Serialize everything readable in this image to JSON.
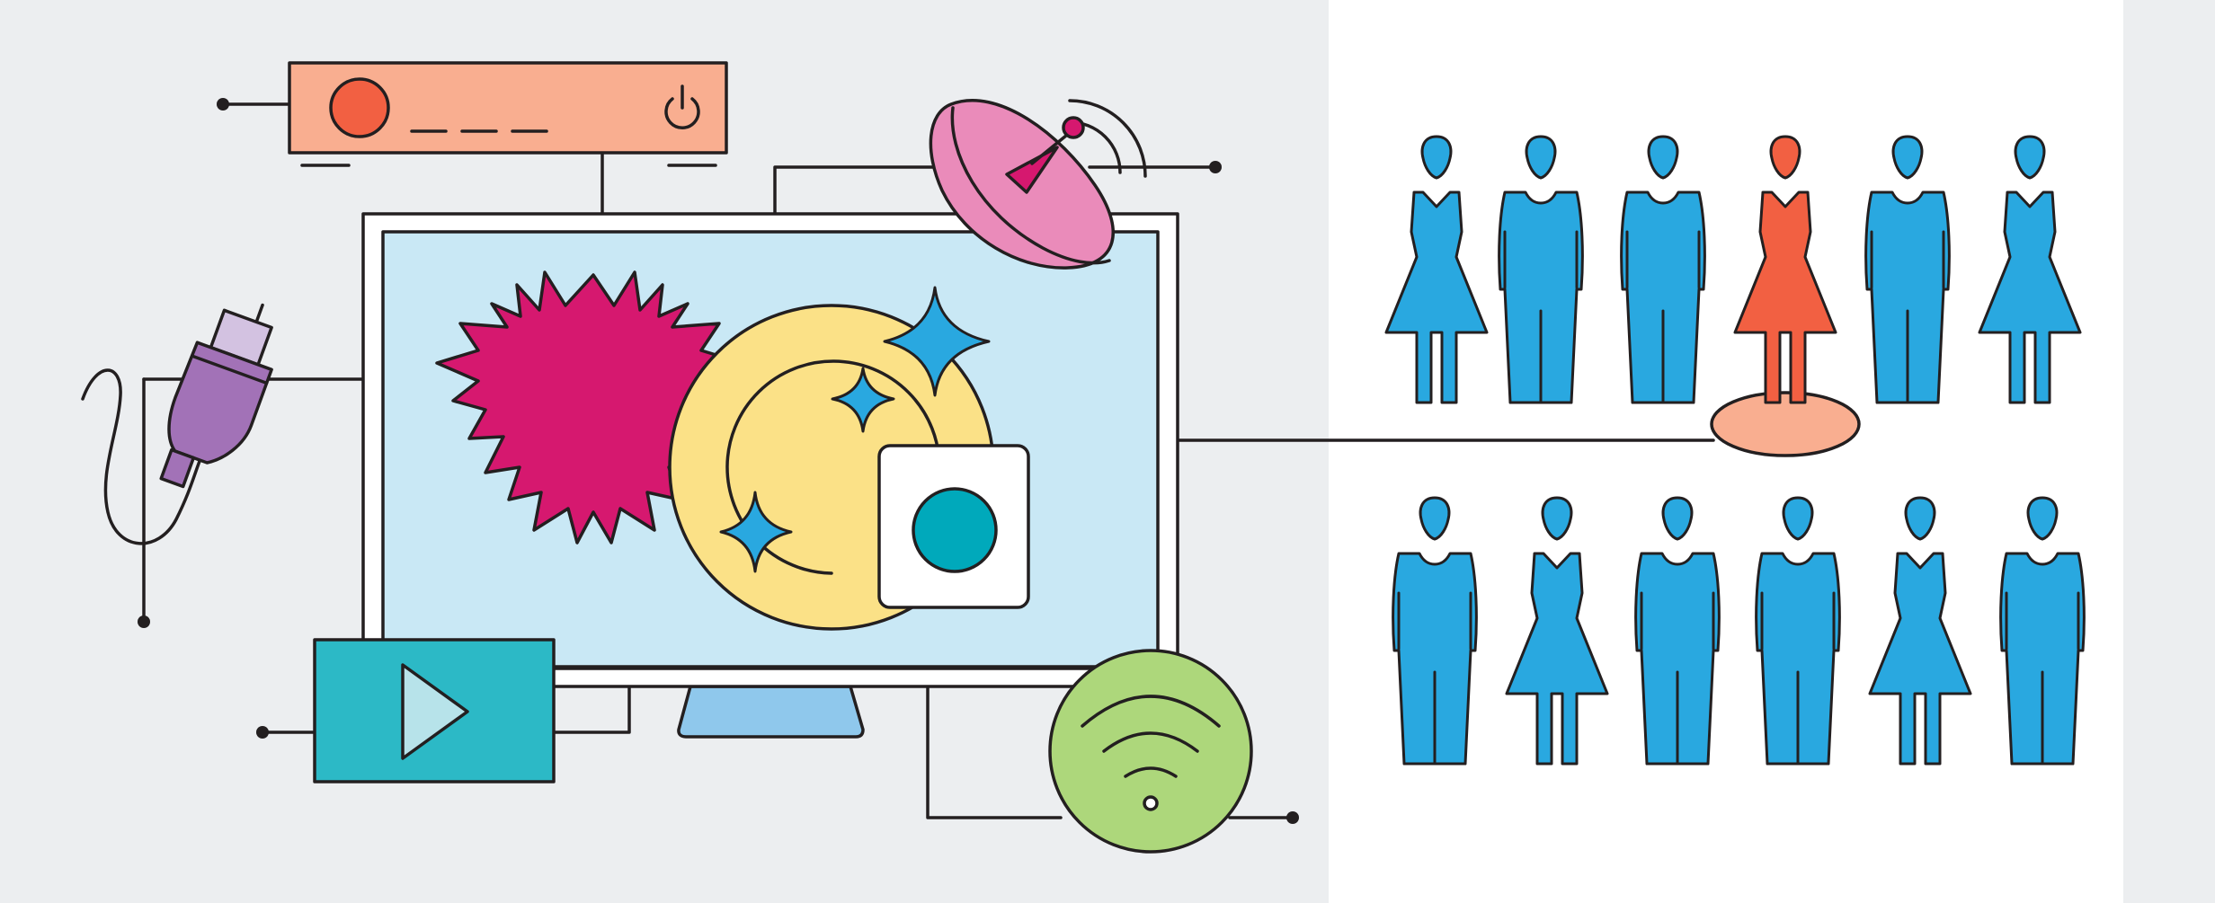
{
  "illustration": {
    "panels": [
      "left-device-network",
      "right-audience"
    ],
    "devices": [
      {
        "name": "set-top-box",
        "icon": "power-icon"
      },
      {
        "name": "satellite-dish",
        "icon": "satellite-dish-icon"
      },
      {
        "name": "monitor",
        "icon": "monitor-icon"
      },
      {
        "name": "power-plug",
        "icon": "plug-icon"
      },
      {
        "name": "video-player",
        "icon": "play-icon"
      },
      {
        "name": "wifi",
        "icon": "wifi-icon"
      },
      {
        "name": "record-button",
        "icon": "record-icon"
      }
    ],
    "audience": {
      "rows": [
        [
          "female",
          "male",
          "male",
          "female-highlight",
          "male",
          "female"
        ],
        [
          "male",
          "female",
          "male",
          "male",
          "female",
          "male"
        ]
      ],
      "highlighted": {
        "row": 0,
        "index": 3
      }
    },
    "colors": {
      "background": "#eceef0",
      "panel": "#ffffff",
      "outline": "#231f20",
      "person": "#29a8e0",
      "person_highlight": "#f26042",
      "highlight_base": "#f9ae90",
      "screen": "#c9e8f5",
      "stand": "#8fc8ec",
      "burst": "#d6186f",
      "sun": "#fbe187",
      "spark": "#29a8e0",
      "box": "#f9ae90",
      "box_button": "#f26042",
      "dish": "#ea8bba",
      "dish_tip": "#d6186f",
      "plug": "#a272b7",
      "plug_tip": "#d3c2e1",
      "video": "#2cb9c6",
      "video_play": "#b7e3ea",
      "wifi": "#add77b",
      "record_dot": "#00a9bb"
    }
  }
}
